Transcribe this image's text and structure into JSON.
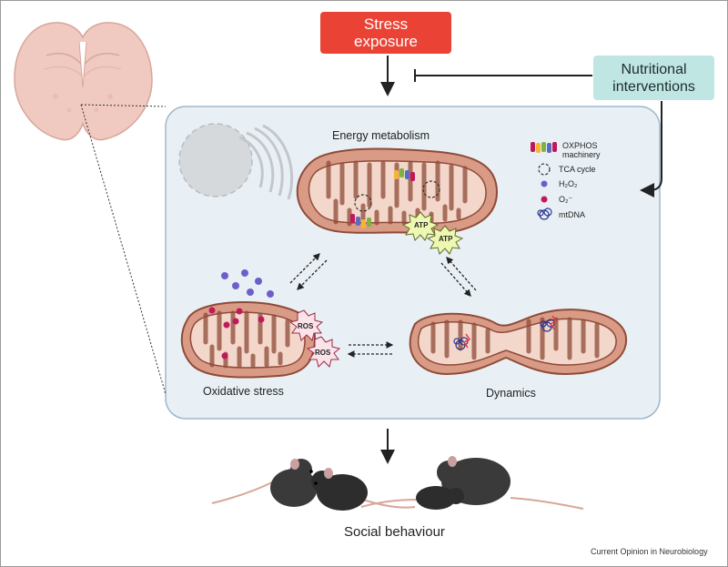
{
  "top": {
    "stress_line1": "Stress",
    "stress_line2": "exposure",
    "nutrition_line1": "Nutritional",
    "nutrition_line2": "interventions"
  },
  "panel": {
    "energy_title": "Energy metabolism",
    "oxidative_title": "Oxidative stress",
    "dynamics_title": "Dynamics"
  },
  "legend": [
    {
      "label": "OXPHOS",
      "label2": "machinery",
      "icon": "oxphos-icon"
    },
    {
      "label": "TCA cycle",
      "icon": "tca-cycle-icon"
    },
    {
      "label": "H₂O₂",
      "icon": "h2o2-icon"
    },
    {
      "label": "O₂⁻",
      "icon": "superoxide-icon"
    },
    {
      "label": "mtDNA",
      "icon": "mtdna-icon"
    }
  ],
  "badges": {
    "atp": "ATP",
    "ros": "ROS"
  },
  "bottom": {
    "behaviour": "Social behaviour",
    "credit": "Current Opinion in Neurobiology"
  },
  "colors": {
    "stress": "#ea4335",
    "nutrition": "#bfe6e3",
    "mito_outer": "#d99a86",
    "mito_inner": "#f3d7cb",
    "panel": "#e9f0f5",
    "h2o2": "#6d5fc9",
    "superoxide": "#c2185b",
    "atp": "#eef8b0"
  }
}
